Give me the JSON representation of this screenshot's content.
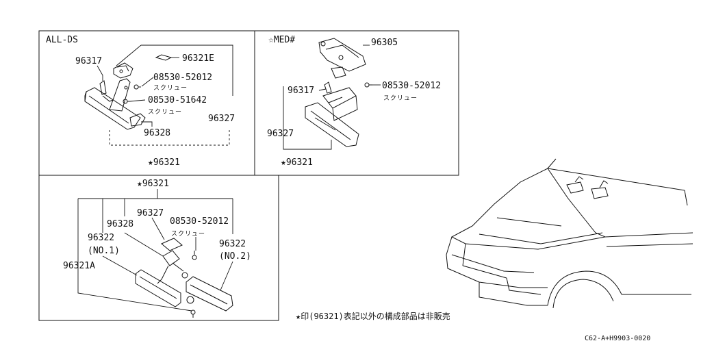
{
  "panels": {
    "top_left": {
      "title": "ALL-DS",
      "labels": {
        "p96317": "96317",
        "p96321e": "96321E",
        "screw1_no": "08530-52012",
        "screw1_kana": "スクリュー",
        "screw2_no": "08530-51642",
        "screw2_kana": "スクリュー",
        "p96327": "96327",
        "p96328": "96328",
        "assembly": "★96321"
      }
    },
    "top_right": {
      "title": "☆MED#",
      "labels": {
        "p96305": "96305",
        "p96317": "96317",
        "screw_no": "08530-52012",
        "screw_kana": "スクリュー",
        "p96327": "96327",
        "assembly": "★96321"
      }
    },
    "bottom_left": {
      "labels": {
        "assembly": "★96321",
        "p96327": "96327",
        "p96328": "96328",
        "screw_no": "08530-52012",
        "screw_kana": "スクリュー",
        "p96322_no1": "96322",
        "p96322_no1_tag": "(NO.1)",
        "p96322_no2": "96322",
        "p96322_no2_tag": "(NO.2)",
        "p96321a": "96321A"
      }
    }
  },
  "footnote": "★印(96321)表記以外の構成部品は非販売",
  "drawing_code": "C62-A+H9903-0020"
}
